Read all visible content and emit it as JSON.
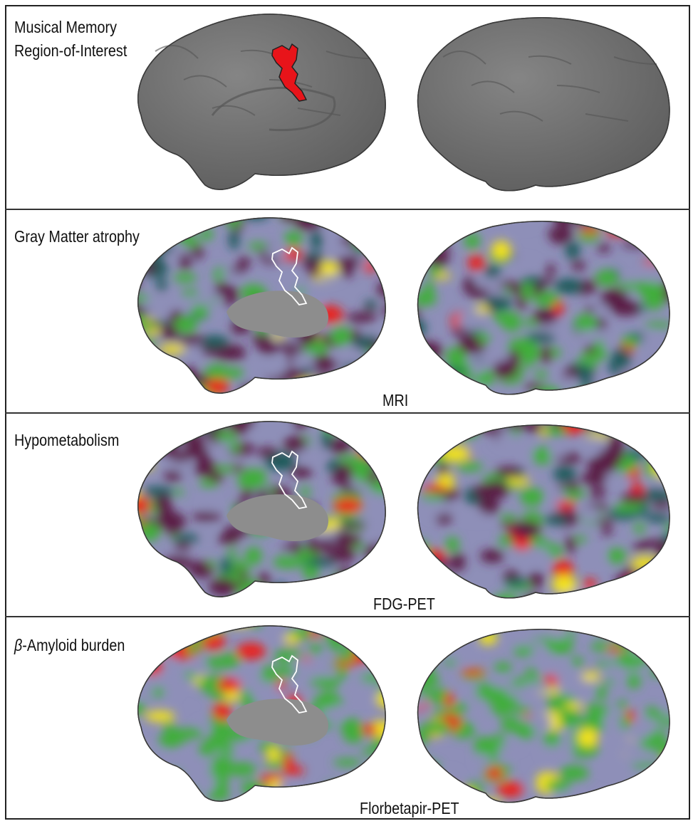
{
  "panels": [
    {
      "title_line1": "Musical Memory",
      "title_line2": "Region-of-Interest",
      "modality": null,
      "map": "roi"
    },
    {
      "title": "Gray Matter atrophy",
      "modality": "MRI",
      "map": "atrophy"
    },
    {
      "title": "Hypometabolism",
      "modality": "FDG-PET",
      "map": "hypometabolism"
    },
    {
      "title_prefix": "β",
      "title": "-Amyloid burden",
      "modality": "Florbetapir-PET",
      "map": "amyloid"
    }
  ],
  "colors": {
    "cortex": "#6e6e6e",
    "roi": "#e8141a",
    "low": "#5a1e45",
    "mid": "#8e8fb8",
    "teal": "#1f5a5a",
    "green": "#3fae3a",
    "yellow": "#f2e21a",
    "red": "#e8231c"
  }
}
